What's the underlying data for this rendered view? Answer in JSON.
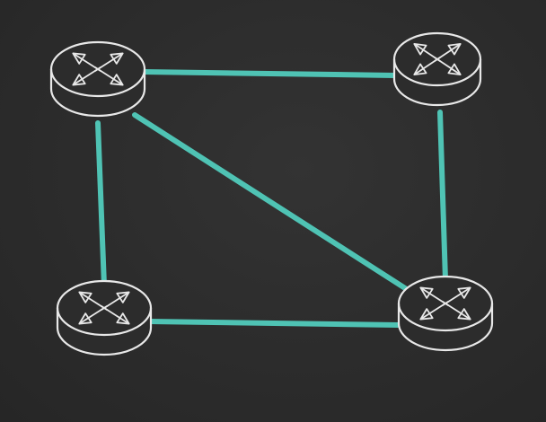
{
  "diagram": {
    "style": {
      "background": "#2b2b2b",
      "link_color": "#4fc3b4",
      "router_stroke": "#e8e8e8"
    },
    "nodes": [
      {
        "id": "router-top-left",
        "icon": "router-icon"
      },
      {
        "id": "router-top-right",
        "icon": "router-icon"
      },
      {
        "id": "router-bottom-left",
        "icon": "router-icon"
      },
      {
        "id": "router-bottom-right",
        "icon": "router-icon"
      }
    ],
    "links": [
      {
        "from": "router-top-left",
        "to": "router-top-right"
      },
      {
        "from": "router-top-left",
        "to": "router-bottom-left"
      },
      {
        "from": "router-top-left",
        "to": "router-bottom-right"
      },
      {
        "from": "router-top-right",
        "to": "router-bottom-right"
      },
      {
        "from": "router-bottom-left",
        "to": "router-bottom-right"
      }
    ]
  }
}
